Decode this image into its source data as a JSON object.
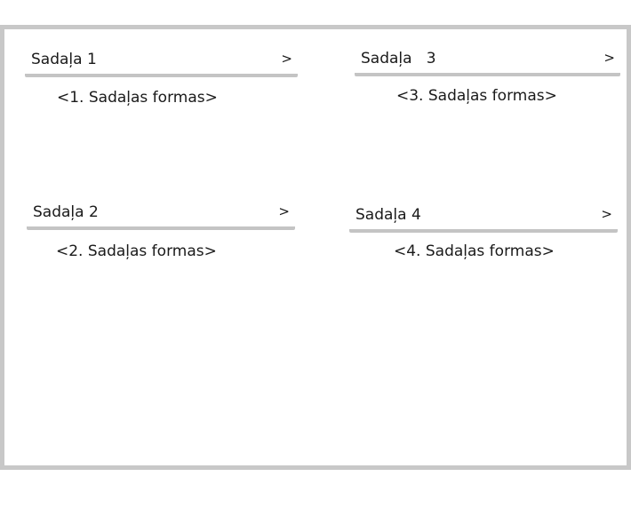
{
  "sections": [
    {
      "title": "Sadaļa 1",
      "chevron": ">",
      "form_placeholder": "<1. Sadaļas formas>"
    },
    {
      "title": "Sadaļa 2",
      "chevron": ">",
      "form_placeholder": "<2. Sadaļas formas>"
    },
    {
      "title": "Sadaļa   3",
      "chevron": ">",
      "form_placeholder": "<3. Sadaļas formas>"
    },
    {
      "title": "Sadaļa 4",
      "chevron": ">",
      "form_placeholder": "<4. Sadaļas formas>"
    }
  ],
  "colors": {
    "frame_border": "#c8c8c8",
    "header_underline": "#c4c4c4",
    "text": "#1a1a1a"
  }
}
